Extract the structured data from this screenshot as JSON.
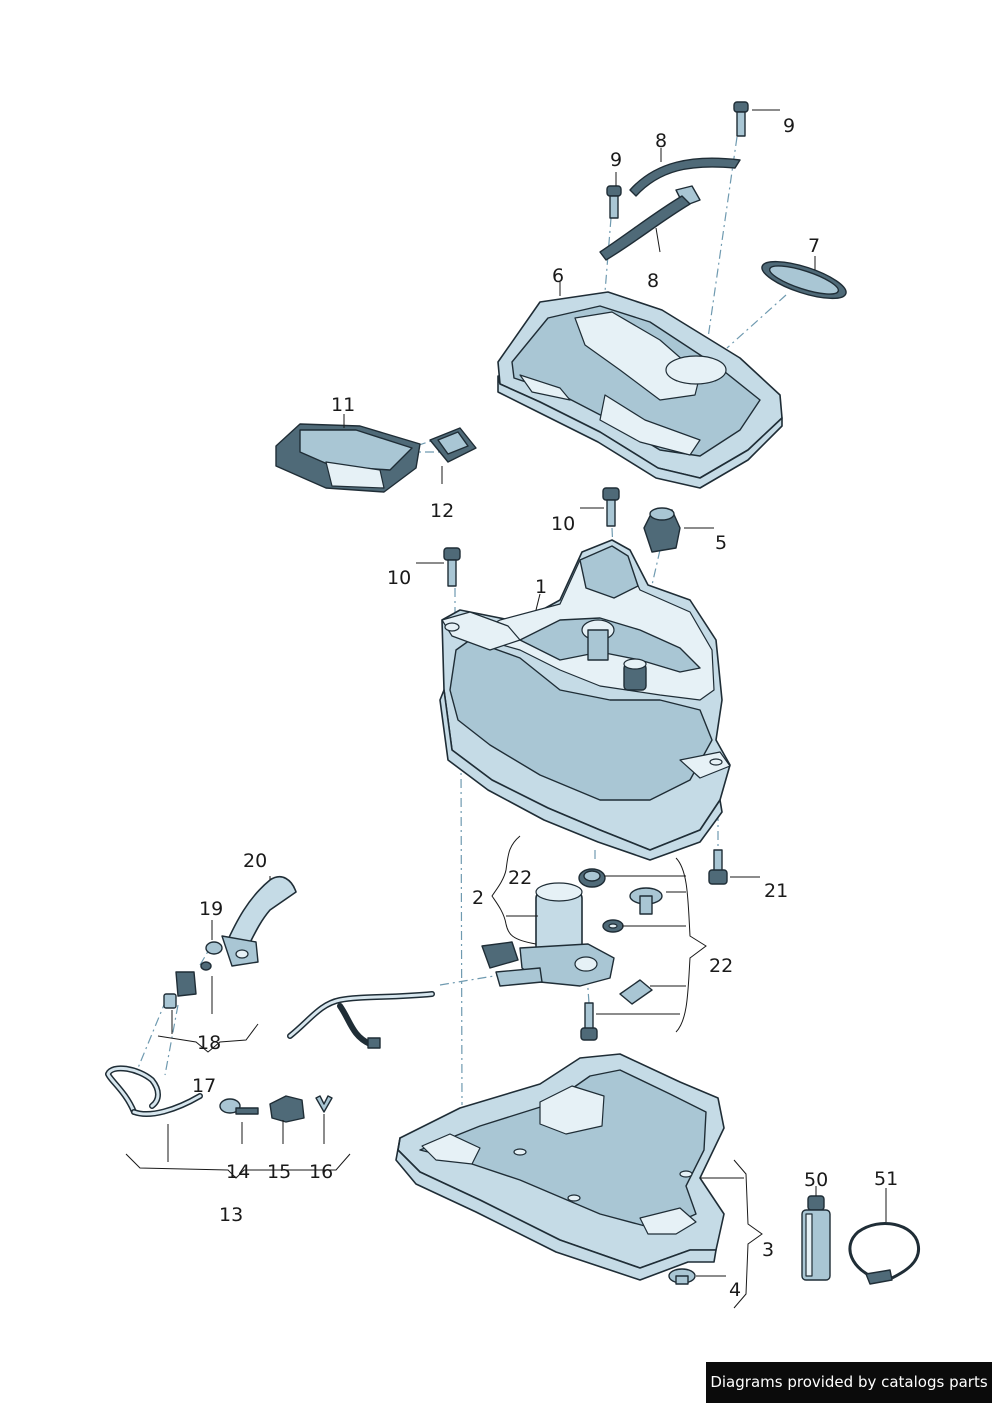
{
  "footer": {
    "text": "Diagrams provided by catalogs parts"
  },
  "callouts": {
    "c1": "1",
    "c2": "2",
    "c3": "3",
    "c4": "4",
    "c5": "5",
    "c6": "6",
    "c7": "7",
    "c8a": "8",
    "c8b": "8",
    "c9a": "9",
    "c9b": "9",
    "c10a": "10",
    "c10b": "10",
    "c11": "11",
    "c12": "12",
    "c13": "13",
    "c14": "14",
    "c15": "15",
    "c16": "16",
    "c17": "17",
    "c18": "18",
    "c19": "19",
    "c20": "20",
    "c21": "21",
    "c22a": "22",
    "c22b": "22",
    "c50": "50",
    "c51": "51"
  }
}
